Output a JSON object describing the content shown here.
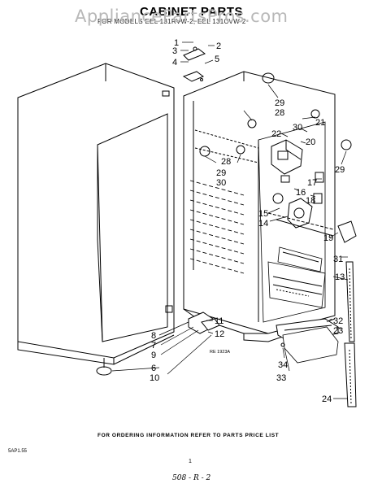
{
  "watermark": "AppliancePartsPros.com",
  "title": "CABINET PARTS",
  "subtitle": "FOR MODELS EEL 131RVW-2, EEL 131CVW-2",
  "fig_code": "RE 1923A",
  "footer_note": "FOR ORDERING INFORMATION REFER TO PARTS PRICE LIST",
  "side_code": "5AP1.55",
  "page_number": "1",
  "doc_code": "508 - R - 2",
  "callouts": [
    "1",
    "2",
    "3",
    "4",
    "5",
    "29",
    "28",
    "30",
    "21",
    "22",
    "20",
    "29",
    "17",
    "28",
    "29",
    "30",
    "16",
    "18",
    "15",
    "14",
    "19",
    "31",
    "13",
    "11",
    "12",
    "8",
    "7",
    "9",
    "6",
    "10",
    "32",
    "23",
    "34",
    "33",
    "24"
  ]
}
